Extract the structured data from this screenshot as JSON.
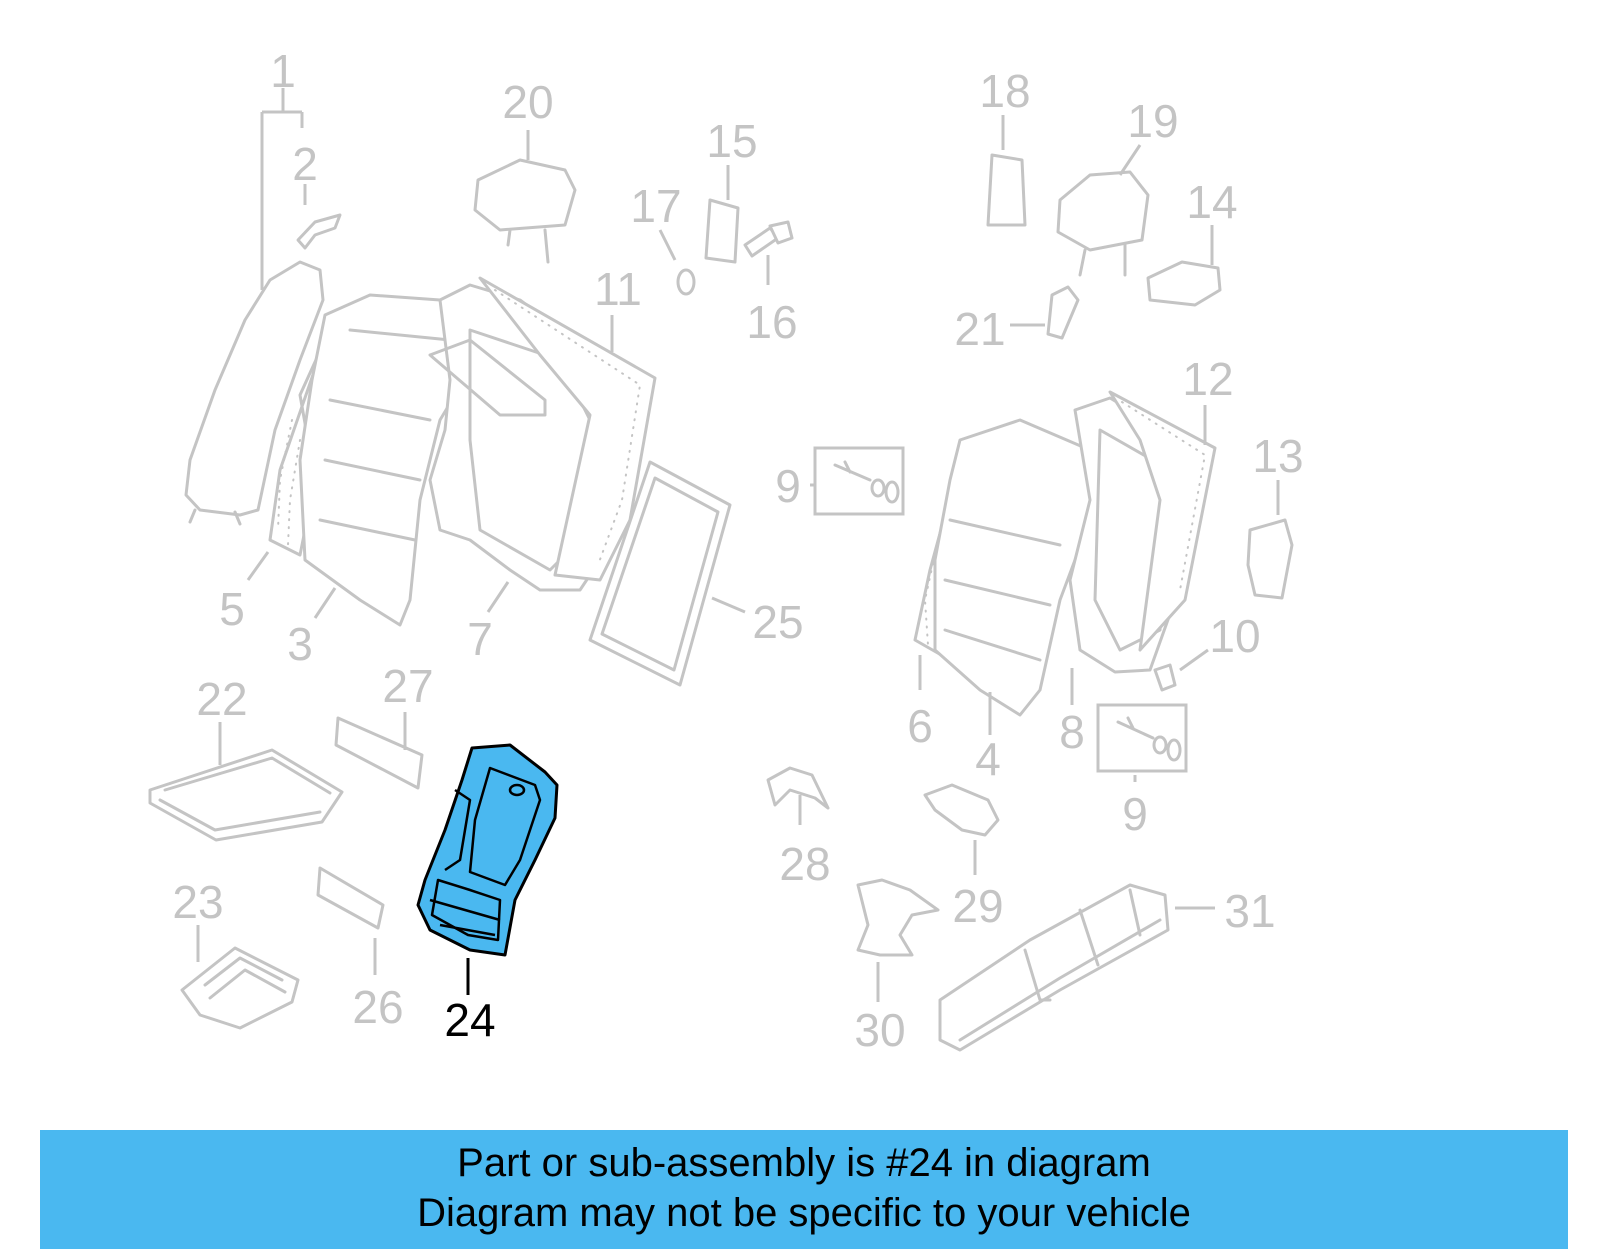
{
  "diagram": {
    "highlighted_part": "24",
    "callouts": [
      "1",
      "2",
      "3",
      "4",
      "5",
      "6",
      "7",
      "8",
      "9",
      "10",
      "11",
      "12",
      "13",
      "14",
      "15",
      "16",
      "17",
      "18",
      "19",
      "20",
      "21",
      "22",
      "23",
      "24",
      "25",
      "26",
      "27",
      "28",
      "29",
      "30",
      "31"
    ]
  },
  "banner": {
    "line1": "Part or sub-assembly is #24 in diagram",
    "line2": "Diagram may not be specific to your vehicle"
  },
  "colors": {
    "highlight": "#4ab8f0",
    "line_gray": "#c4c4c4",
    "banner_bg": "#4ab8f0"
  }
}
